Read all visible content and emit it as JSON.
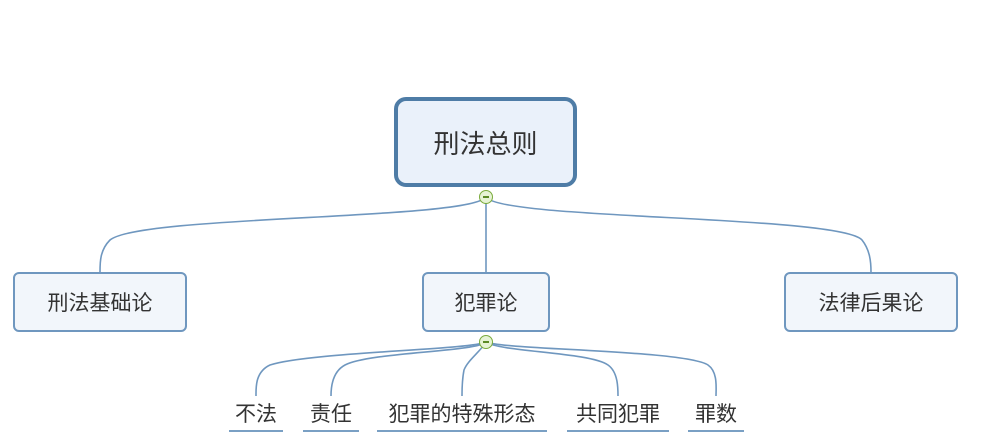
{
  "root": {
    "label": "刑法总则"
  },
  "branches": [
    {
      "label": "刑法基础论"
    },
    {
      "label": "犯罪论"
    },
    {
      "label": "法律后果论"
    }
  ],
  "leaves": [
    {
      "label": "不法"
    },
    {
      "label": "责任"
    },
    {
      "label": "犯罪的特殊形态"
    },
    {
      "label": "共同犯罪"
    },
    {
      "label": "罪数"
    }
  ],
  "colors": {
    "line": "#6f97bf",
    "root_border": "#4e7ca6",
    "collapse_fill": "#e6f3d4",
    "collapse_border": "#7aab3c"
  },
  "icons": {
    "collapse": "collapse-minus-icon"
  }
}
